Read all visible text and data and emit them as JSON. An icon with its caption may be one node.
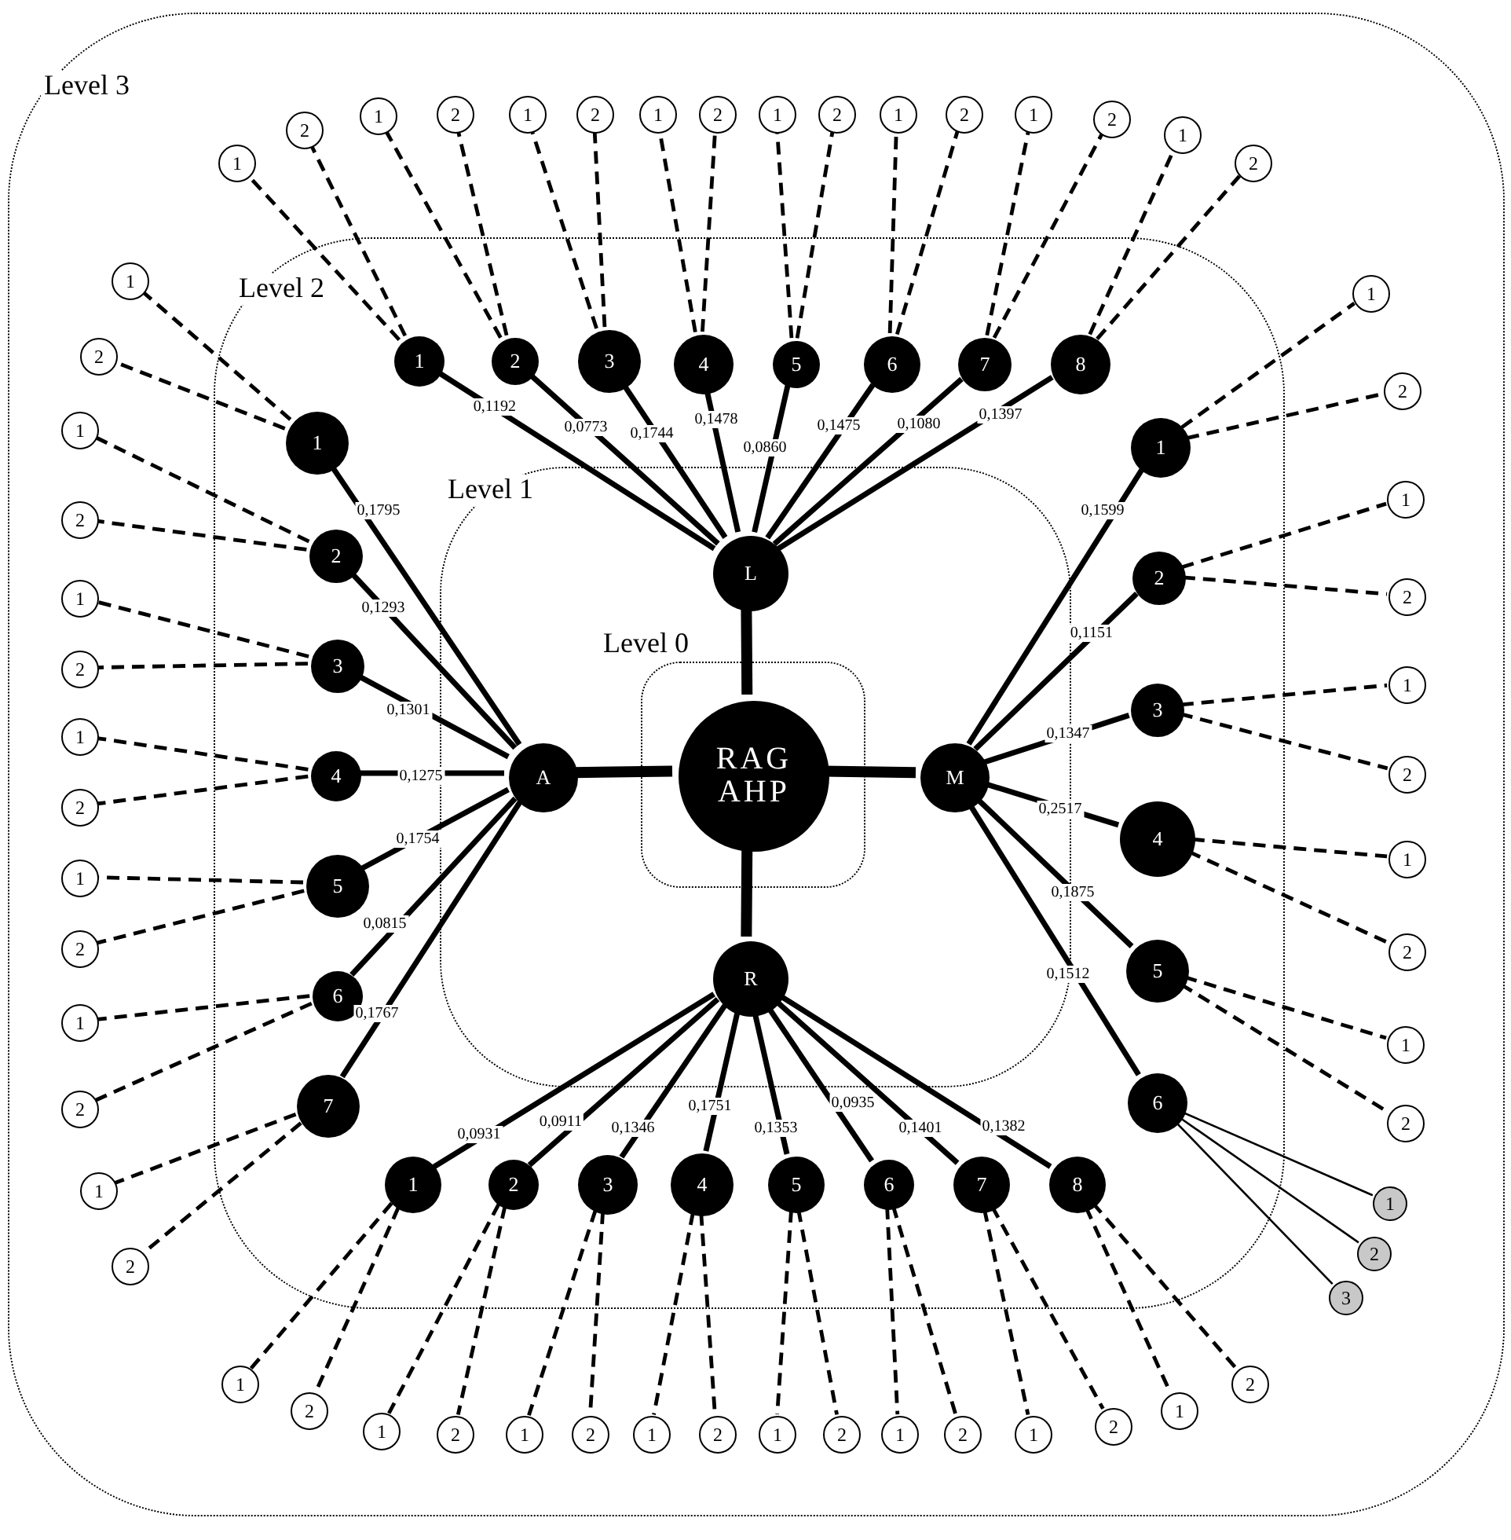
{
  "diagram": {
    "nodes": [
      {
        "text": [
          "Level 3"
        ]
      },
      {
        "text": [
          "Level 2"
        ],
        "in": 0
      },
      {
        "text": [
          "Level 1"
        ],
        "in": 1
      },
      {
        "text": [
          "Level 0"
        ],
        "in": 2
      },
      {
        "text": [
          "RAG AHP"
        ],
        "in": 3
      },
      {
        "text": [
          "L"
        ],
        "in": 2
      },
      {
        "text": [
          "A"
        ],
        "in": 2
      },
      {
        "text": [
          "M"
        ],
        "in": 2
      },
      {
        "text": [
          "R"
        ],
        "in": 2
      },
      {
        "text": [
          "1"
        ],
        "in": 1
      },
      {
        "text": [
          "2"
        ],
        "in": 1
      },
      {
        "text": [
          "3"
        ],
        "in": 1
      },
      {
        "text": [
          "4"
        ],
        "in": 1
      },
      {
        "text": [
          "5"
        ],
        "in": 1
      },
      {
        "text": [
          "6"
        ],
        "in": 1
      },
      {
        "text": [
          "7"
        ],
        "in": 1
      },
      {
        "text": [
          "8"
        ],
        "in": 1
      },
      {
        "text": [
          "1"
        ],
        "in": 1
      },
      {
        "text": [
          "2"
        ],
        "in": 1
      },
      {
        "text": [
          "3"
        ],
        "in": 1
      },
      {
        "text": [
          "4"
        ],
        "in": 1
      },
      {
        "text": [
          "5"
        ],
        "in": 1
      },
      {
        "text": [
          "6"
        ],
        "in": 1
      },
      {
        "text": [
          "7"
        ],
        "in": 1
      },
      {
        "text": [
          "1"
        ],
        "in": 1
      },
      {
        "text": [
          "2"
        ],
        "in": 1
      },
      {
        "text": [
          "3"
        ],
        "in": 1
      },
      {
        "text": [
          "4"
        ],
        "in": 1
      },
      {
        "text": [
          "5"
        ],
        "in": 1
      },
      {
        "text": [
          "6"
        ],
        "in": 1
      },
      {
        "text": [
          "1"
        ],
        "in": 1
      },
      {
        "text": [
          "2"
        ],
        "in": 1
      },
      {
        "text": [
          "3"
        ],
        "in": 1
      },
      {
        "text": [
          "4"
        ],
        "in": 1
      },
      {
        "text": [
          "5"
        ],
        "in": 1
      },
      {
        "text": [
          "6"
        ],
        "in": 1
      },
      {
        "text": [
          "7"
        ],
        "in": 1
      },
      {
        "text": [
          "8"
        ],
        "in": 1
      },
      {
        "text": [
          "1"
        ],
        "in": 0
      },
      {
        "text": [
          "2"
        ],
        "in": 0
      },
      {
        "text": [
          "1"
        ],
        "in": 0
      },
      {
        "text": [
          "2"
        ],
        "in": 0
      },
      {
        "text": [
          "1"
        ],
        "in": 0
      },
      {
        "text": [
          "2"
        ],
        "in": 0
      },
      {
        "text": [
          "1"
        ],
        "in": 0
      },
      {
        "text": [
          "2"
        ],
        "in": 0
      },
      {
        "text": [
          "1"
        ],
        "in": 0
      },
      {
        "text": [
          "2"
        ],
        "in": 0
      },
      {
        "text": [
          "1"
        ],
        "in": 0
      },
      {
        "text": [
          "2"
        ],
        "in": 0
      },
      {
        "text": [
          "1"
        ],
        "in": 0
      },
      {
        "text": [
          "2"
        ],
        "in": 0
      },
      {
        "text": [
          "1"
        ],
        "in": 0
      },
      {
        "text": [
          "2"
        ],
        "in": 0
      },
      {
        "text": [
          "1"
        ],
        "in": 0
      },
      {
        "text": [
          "2"
        ],
        "in": 0
      },
      {
        "text": [
          "1"
        ],
        "in": 0
      },
      {
        "text": [
          "2"
        ],
        "in": 0
      },
      {
        "text": [
          "1"
        ],
        "in": 0
      },
      {
        "text": [
          "2"
        ],
        "in": 0
      },
      {
        "text": [
          "1"
        ],
        "in": 0
      },
      {
        "text": [
          "2"
        ],
        "in": 0
      },
      {
        "text": [
          "1"
        ],
        "in": 0
      },
      {
        "text": [
          "2"
        ],
        "in": 0
      },
      {
        "text": [
          "1"
        ],
        "in": 0
      },
      {
        "text": [
          "2"
        ],
        "in": 0
      },
      {
        "text": [
          "1"
        ],
        "in": 0
      },
      {
        "text": [
          "2"
        ],
        "in": 0
      },
      {
        "text": [
          "1"
        ],
        "in": 0
      },
      {
        "text": [
          "2"
        ],
        "in": 0
      },
      {
        "text": [
          "1"
        ],
        "in": 0
      },
      {
        "text": [
          "2"
        ],
        "in": 0
      },
      {
        "text": [
          "1"
        ],
        "in": 0
      },
      {
        "text": [
          "2"
        ],
        "in": 0
      },
      {
        "text": [
          "1"
        ],
        "in": 0
      },
      {
        "text": [
          "2"
        ],
        "in": 0
      },
      {
        "text": [
          "1"
        ],
        "in": 0
      },
      {
        "text": [
          "2"
        ],
        "in": 0
      },
      {
        "text": [
          "1"
        ],
        "in": 0
      },
      {
        "text": [
          "2"
        ],
        "in": 0
      },
      {
        "text": [
          "3"
        ],
        "in": 0
      },
      {
        "text": [
          "1"
        ],
        "in": 0
      },
      {
        "text": [
          "2"
        ],
        "in": 0
      },
      {
        "text": [
          "1"
        ],
        "in": 0
      },
      {
        "text": [
          "2"
        ],
        "in": 0
      },
      {
        "text": [
          "1"
        ],
        "in": 0
      },
      {
        "text": [
          "2"
        ],
        "in": 0
      },
      {
        "text": [
          "1"
        ],
        "in": 0
      },
      {
        "text": [
          "2"
        ],
        "in": 0
      },
      {
        "text": [
          "1"
        ],
        "in": 0
      },
      {
        "text": [
          "2"
        ],
        "in": 0
      },
      {
        "text": [
          "1"
        ],
        "in": 0
      },
      {
        "text": [
          "2"
        ],
        "in": 0
      },
      {
        "text": [
          "1"
        ],
        "in": 0
      },
      {
        "text": [
          "2"
        ],
        "in": 0
      },
      {
        "text": [
          "1"
        ],
        "in": 0
      },
      {
        "text": [
          "2"
        ],
        "in": 0
      }
    ],
    "edges": [
      {
        "from": 4,
        "to": 5,
        "arrow": "none",
        "style": "thick"
      },
      {
        "from": 4,
        "to": 6,
        "arrow": "none",
        "style": "thick"
      },
      {
        "from": 4,
        "to": 7,
        "arrow": "none",
        "style": "thick"
      },
      {
        "from": 4,
        "to": 8,
        "arrow": "none",
        "style": "thick"
      },
      {
        "from": 5,
        "to": 9,
        "arrow": "none",
        "label": "0,1192"
      },
      {
        "from": 5,
        "to": 10,
        "arrow": "none",
        "label": "0,0773"
      },
      {
        "from": 5,
        "to": 11,
        "arrow": "none",
        "label": "0,1744"
      },
      {
        "from": 5,
        "to": 12,
        "arrow": "none",
        "label": "0,1478"
      },
      {
        "from": 5,
        "to": 13,
        "arrow": "none",
        "label": "0,0860"
      },
      {
        "from": 5,
        "to": 14,
        "arrow": "none",
        "label": "0,1475"
      },
      {
        "from": 5,
        "to": 15,
        "arrow": "none",
        "label": "0,1080"
      },
      {
        "from": 5,
        "to": 16,
        "arrow": "none",
        "label": "0,1397"
      },
      {
        "from": 6,
        "to": 17,
        "arrow": "none",
        "label": "0,1795"
      },
      {
        "from": 6,
        "to": 18,
        "arrow": "none",
        "label": "0,1293"
      },
      {
        "from": 6,
        "to": 19,
        "arrow": "none",
        "label": "0,1301"
      },
      {
        "from": 6,
        "to": 20,
        "arrow": "none",
        "label": "0,1275"
      },
      {
        "from": 6,
        "to": 21,
        "arrow": "none",
        "label": "0,1754"
      },
      {
        "from": 6,
        "to": 22,
        "arrow": "none",
        "label": "0,0815"
      },
      {
        "from": 6,
        "to": 23,
        "arrow": "none",
        "label": "0,1767"
      },
      {
        "from": 7,
        "to": 24,
        "arrow": "none",
        "label": "0,1599"
      },
      {
        "from": 7,
        "to": 25,
        "arrow": "none",
        "label": "0,1151"
      },
      {
        "from": 7,
        "to": 26,
        "arrow": "none",
        "label": "0,1347"
      },
      {
        "from": 7,
        "to": 27,
        "arrow": "none",
        "label": "0,2517"
      },
      {
        "from": 7,
        "to": 28,
        "arrow": "none",
        "label": "0,1875"
      },
      {
        "from": 7,
        "to": 29,
        "arrow": "none",
        "label": "0,1512"
      },
      {
        "from": 8,
        "to": 30,
        "arrow": "none",
        "label": "0,0931"
      },
      {
        "from": 8,
        "to": 31,
        "arrow": "none",
        "label": "0,0911"
      },
      {
        "from": 8,
        "to": 32,
        "arrow": "none",
        "label": "0,1346"
      },
      {
        "from": 8,
        "to": 33,
        "arrow": "none",
        "label": "0,1751"
      },
      {
        "from": 8,
        "to": 34,
        "arrow": "none",
        "label": "0,1353"
      },
      {
        "from": 8,
        "to": 35,
        "arrow": "none",
        "label": "0,0935"
      },
      {
        "from": 8,
        "to": 36,
        "arrow": "none",
        "label": "0,1401"
      },
      {
        "from": 8,
        "to": 37,
        "arrow": "none",
        "label": "0,1382"
      },
      {
        "from": 9,
        "to": 38,
        "arrow": "none",
        "style": "dashed"
      },
      {
        "from": 9,
        "to": 39,
        "arrow": "none",
        "style": "dashed"
      },
      {
        "from": 10,
        "to": 40,
        "arrow": "none",
        "style": "dashed"
      },
      {
        "from": 10,
        "to": 41,
        "arrow": "none",
        "style": "dashed"
      },
      {
        "from": 11,
        "to": 42,
        "arrow": "none",
        "style": "dashed"
      },
      {
        "from": 11,
        "to": 43,
        "arrow": "none",
        "style": "dashed"
      },
      {
        "from": 12,
        "to": 44,
        "arrow": "none",
        "style": "dashed"
      },
      {
        "from": 12,
        "to": 45,
        "arrow": "none",
        "style": "dashed"
      },
      {
        "from": 13,
        "to": 46,
        "arrow": "none",
        "style": "dashed"
      },
      {
        "from": 13,
        "to": 47,
        "arrow": "none",
        "style": "dashed"
      },
      {
        "from": 14,
        "to": 48,
        "arrow": "none",
        "style": "dashed"
      },
      {
        "from": 14,
        "to": 49,
        "arrow": "none",
        "style": "dashed"
      },
      {
        "from": 15,
        "to": 50,
        "arrow": "none",
        "style": "dashed"
      },
      {
        "from": 15,
        "to": 51,
        "arrow": "none",
        "style": "dashed"
      },
      {
        "from": 16,
        "to": 52,
        "arrow": "none",
        "style": "dashed"
      },
      {
        "from": 16,
        "to": 53,
        "arrow": "none",
        "style": "dashed"
      },
      {
        "from": 17,
        "to": 54,
        "arrow": "none",
        "style": "dashed"
      },
      {
        "from": 17,
        "to": 55,
        "arrow": "none",
        "style": "dashed"
      },
      {
        "from": 18,
        "to": 56,
        "arrow": "none",
        "style": "dashed"
      },
      {
        "from": 18,
        "to": 57,
        "arrow": "none",
        "style": "dashed"
      },
      {
        "from": 19,
        "to": 58,
        "arrow": "none",
        "style": "dashed"
      },
      {
        "from": 19,
        "to": 59,
        "arrow": "none",
        "style": "dashed"
      },
      {
        "from": 20,
        "to": 60,
        "arrow": "none",
        "style": "dashed"
      },
      {
        "from": 20,
        "to": 61,
        "arrow": "none",
        "style": "dashed"
      },
      {
        "from": 21,
        "to": 62,
        "arrow": "none",
        "style": "dashed"
      },
      {
        "from": 21,
        "to": 63,
        "arrow": "none",
        "style": "dashed"
      },
      {
        "from": 22,
        "to": 64,
        "arrow": "none",
        "style": "dashed"
      },
      {
        "from": 22,
        "to": 65,
        "arrow": "none",
        "style": "dashed"
      },
      {
        "from": 23,
        "to": 66,
        "arrow": "none",
        "style": "dashed"
      },
      {
        "from": 23,
        "to": 67,
        "arrow": "none",
        "style": "dashed"
      },
      {
        "from": 24,
        "to": 68,
        "arrow": "none",
        "style": "dashed"
      },
      {
        "from": 24,
        "to": 69,
        "arrow": "none",
        "style": "dashed"
      },
      {
        "from": 25,
        "to": 70,
        "arrow": "none",
        "style": "dashed"
      },
      {
        "from": 25,
        "to": 71,
        "arrow": "none",
        "style": "dashed"
      },
      {
        "from": 26,
        "to": 72,
        "arrow": "none",
        "style": "dashed"
      },
      {
        "from": 26,
        "to": 73,
        "arrow": "none",
        "style": "dashed"
      },
      {
        "from": 27,
        "to": 74,
        "arrow": "none",
        "style": "dashed"
      },
      {
        "from": 27,
        "to": 75,
        "arrow": "none",
        "style": "dashed"
      },
      {
        "from": 28,
        "to": 76,
        "arrow": "none",
        "style": "dashed"
      },
      {
        "from": 28,
        "to": 77,
        "arrow": "none",
        "style": "dashed"
      },
      {
        "from": 29,
        "to": 78,
        "arrow": "none"
      },
      {
        "from": 29,
        "to": 79,
        "arrow": "none"
      },
      {
        "from": 29,
        "to": 80,
        "arrow": "none"
      },
      {
        "from": 30,
        "to": 81,
        "arrow": "none",
        "style": "dashed"
      },
      {
        "from": 30,
        "to": 82,
        "arrow": "none",
        "style": "dashed"
      },
      {
        "from": 31,
        "to": 83,
        "arrow": "none",
        "style": "dashed"
      },
      {
        "from": 31,
        "to": 84,
        "arrow": "none",
        "style": "dashed"
      },
      {
        "from": 32,
        "to": 85,
        "arrow": "none",
        "style": "dashed"
      },
      {
        "from": 32,
        "to": 86,
        "arrow": "none",
        "style": "dashed"
      },
      {
        "from": 33,
        "to": 87,
        "arrow": "none",
        "style": "dashed"
      },
      {
        "from": 33,
        "to": 88,
        "arrow": "none",
        "style": "dashed"
      },
      {
        "from": 34,
        "to": 89,
        "arrow": "none",
        "style": "dashed"
      },
      {
        "from": 34,
        "to": 90,
        "arrow": "none",
        "style": "dashed"
      },
      {
        "from": 35,
        "to": 91,
        "arrow": "none",
        "style": "dashed"
      },
      {
        "from": 35,
        "to": 92,
        "arrow": "none",
        "style": "dashed"
      },
      {
        "from": 36,
        "to": 93,
        "arrow": "none",
        "style": "dashed"
      },
      {
        "from": 36,
        "to": 94,
        "arrow": "none",
        "style": "dashed"
      },
      {
        "from": 37,
        "to": 95,
        "arrow": "none",
        "style": "dashed"
      },
      {
        "from": 37,
        "to": 96,
        "arrow": "none",
        "style": "dashed"
      }
    ]
  }
}
